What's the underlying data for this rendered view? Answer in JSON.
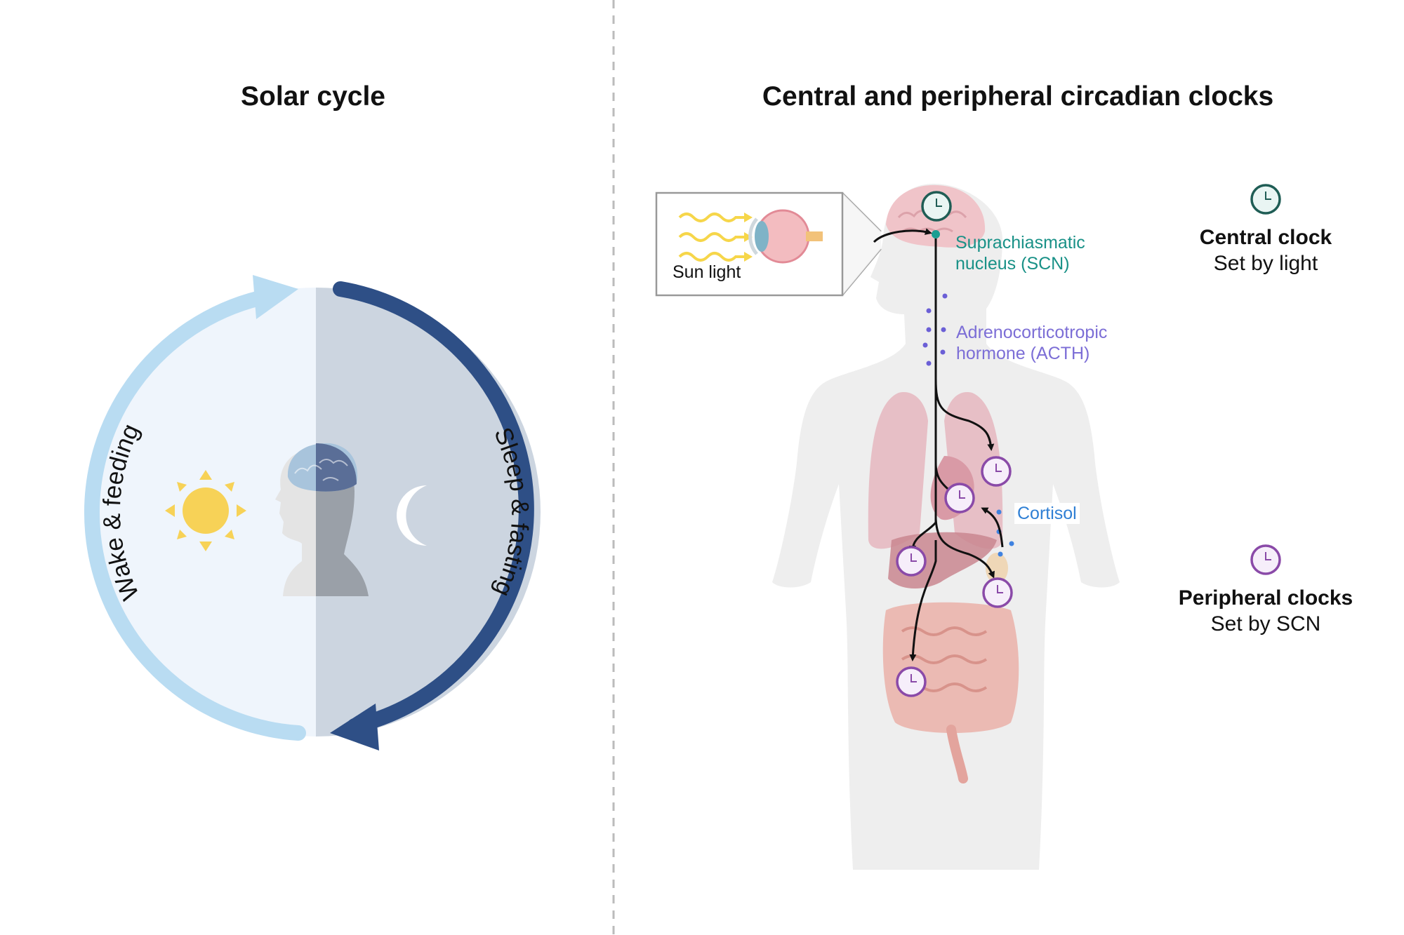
{
  "left_panel": {
    "title": "Solar cycle",
    "arc_day_label": "Wake & feeding",
    "arc_night_label": "Sleep & fasting"
  },
  "right_panel": {
    "title": "Central and peripheral circadian clocks",
    "inset_label": "Sun light",
    "scn_label_line1": "Suprachiasmatic",
    "scn_label_line2": "nucleus (SCN)",
    "acth_label_line1": "Adrenocorticotropic",
    "acth_label_line2": "hormone (ACTH)",
    "cortisol_label": "Cortisol"
  },
  "legend": {
    "central_title": "Central clock",
    "central_sub": "Set by light",
    "peripheral_title": "Peripheral clocks",
    "peripheral_sub": "Set by SCN"
  },
  "colors": {
    "day_arc": "#b9dcf2",
    "night_arc": "#2e4f86",
    "day_bg": "#eff5fc",
    "night_bg": "#ccd5e0",
    "central_clock": "#1f5d55",
    "peripheral_clock": "#8a4aa8",
    "scn_text": "#199187",
    "acth_text": "#7c6ed6",
    "cortisol_text": "#2f7fd4",
    "sun": "#f7d257"
  }
}
